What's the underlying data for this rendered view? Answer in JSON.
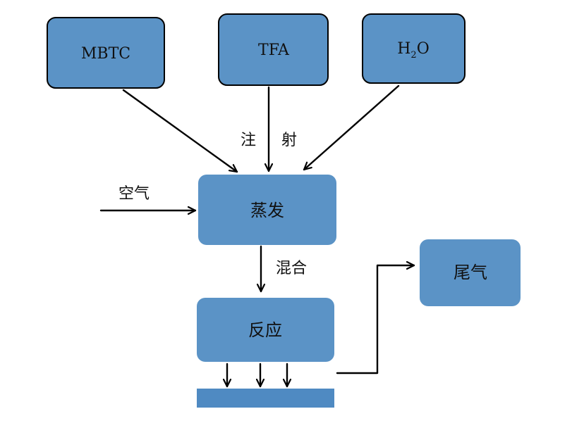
{
  "sources": {
    "mbtc": "MBTC",
    "tfa": "TFA",
    "h2o_base": "H",
    "h2o_sub": "2",
    "h2o_tail": "O"
  },
  "labels": {
    "inject_left": "注",
    "inject_right": "射",
    "air": "空气",
    "mix": "混合"
  },
  "steps": {
    "evaporate": "蒸发",
    "react": "反应",
    "exhaust": "尾气"
  },
  "colors": {
    "box_fill": "#5b93c6",
    "substrate_fill": "#4f8ac2",
    "arrow": "#000000"
  }
}
